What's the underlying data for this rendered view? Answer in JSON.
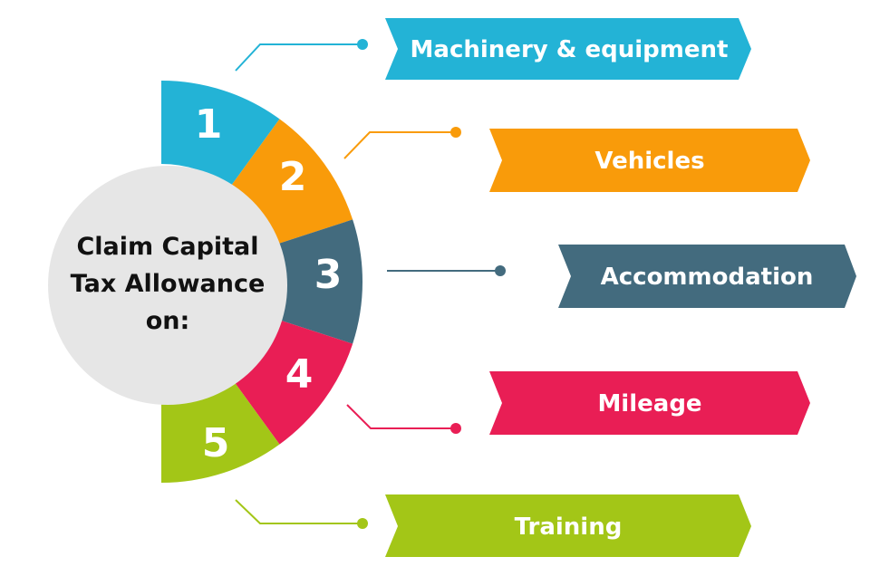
{
  "center": {
    "lines": [
      "Claim Capital",
      "Tax Allowance",
      "on:"
    ]
  },
  "items": [
    {
      "number": "1",
      "label": "Machinery & equipment",
      "color": "#23B3D6"
    },
    {
      "number": "2",
      "label": "Vehicles",
      "color": "#F99B0A"
    },
    {
      "number": "3",
      "label": "Accommodation",
      "color": "#436B7E"
    },
    {
      "number": "4",
      "label": "Mileage",
      "color": "#E91E55"
    },
    {
      "number": "5",
      "label": "Training",
      "color": "#A3C617"
    }
  ],
  "center_circle_color": "#E6E6E6"
}
